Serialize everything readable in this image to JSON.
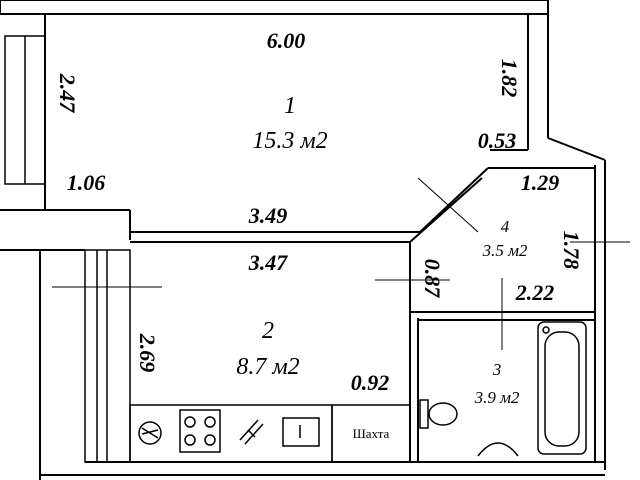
{
  "rooms": [
    {
      "number": "1",
      "area": "15.3 м2"
    },
    {
      "number": "2",
      "area": "8.7 м2"
    },
    {
      "number": "3",
      "area": "3.9 м2"
    },
    {
      "number": "4",
      "area": "3.5 м2"
    }
  ],
  "dimensions": {
    "d600": "6.00",
    "d247": "2.47",
    "d182": "1.82",
    "d053": "0.53",
    "d106": "1.06",
    "d349": "3.49",
    "d347": "3.47",
    "d129": "1.29",
    "d178": "1.78",
    "d087": "0.87",
    "d222": "2.22",
    "d269": "2.69",
    "d092": "0.92"
  },
  "labels": {
    "shaft": "Шахта"
  }
}
